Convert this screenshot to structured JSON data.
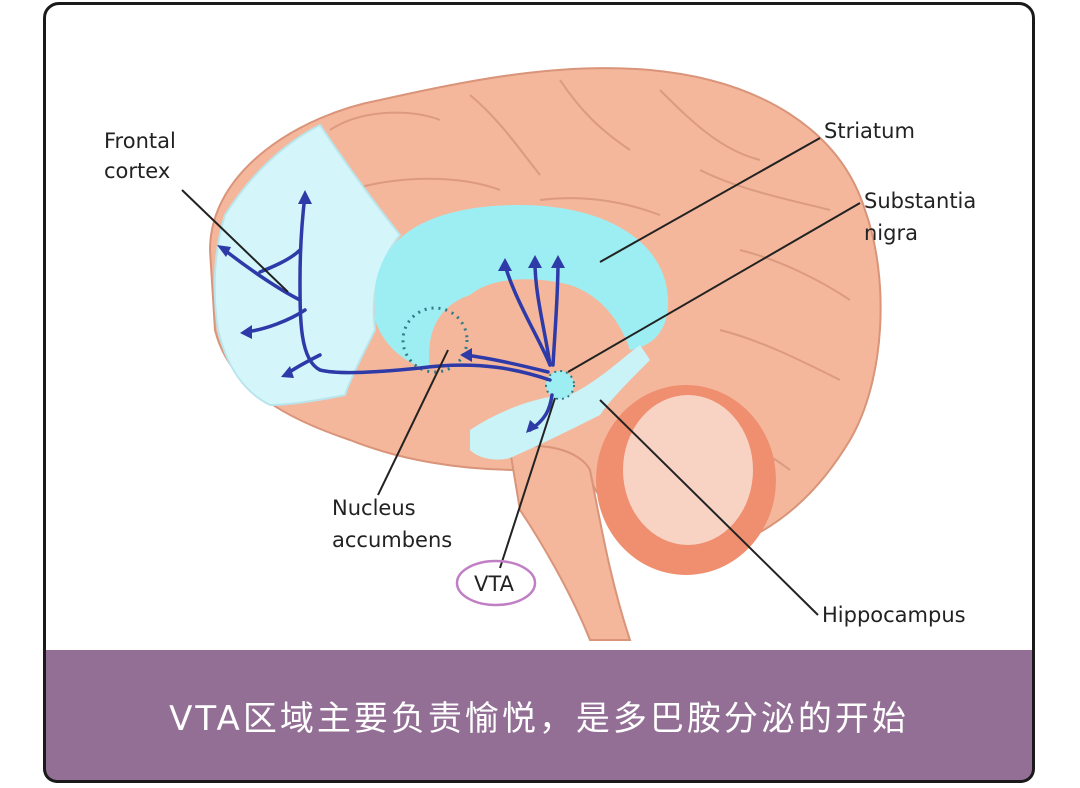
{
  "labels": {
    "frontal_cortex_line1": "Frontal",
    "frontal_cortex_line2": "cortex",
    "striatum": "Striatum",
    "substantia_nigra_line1": "Substantia",
    "substantia_nigra_line2": "nigra",
    "nucleus_accumbens_line1": "Nucleus",
    "nucleus_accumbens_line2": "accumbens",
    "vta": "VTA",
    "hippocampus": "Hippocampus"
  },
  "caption": "VTA区域主要负责愉悦，是多巴胺分泌的开始",
  "colors": {
    "brain": "#f4b79b",
    "brain_outline": "#d9947a",
    "pathway_region": "#d4f6fb",
    "striatum": "#9deef3",
    "pathway": "#2d3aa8",
    "cerebellum": "#f08f70",
    "cerebellum_inner": "#f8d3c4",
    "vta_circle": "#c07fc4",
    "caption_bar": "#936f96"
  }
}
